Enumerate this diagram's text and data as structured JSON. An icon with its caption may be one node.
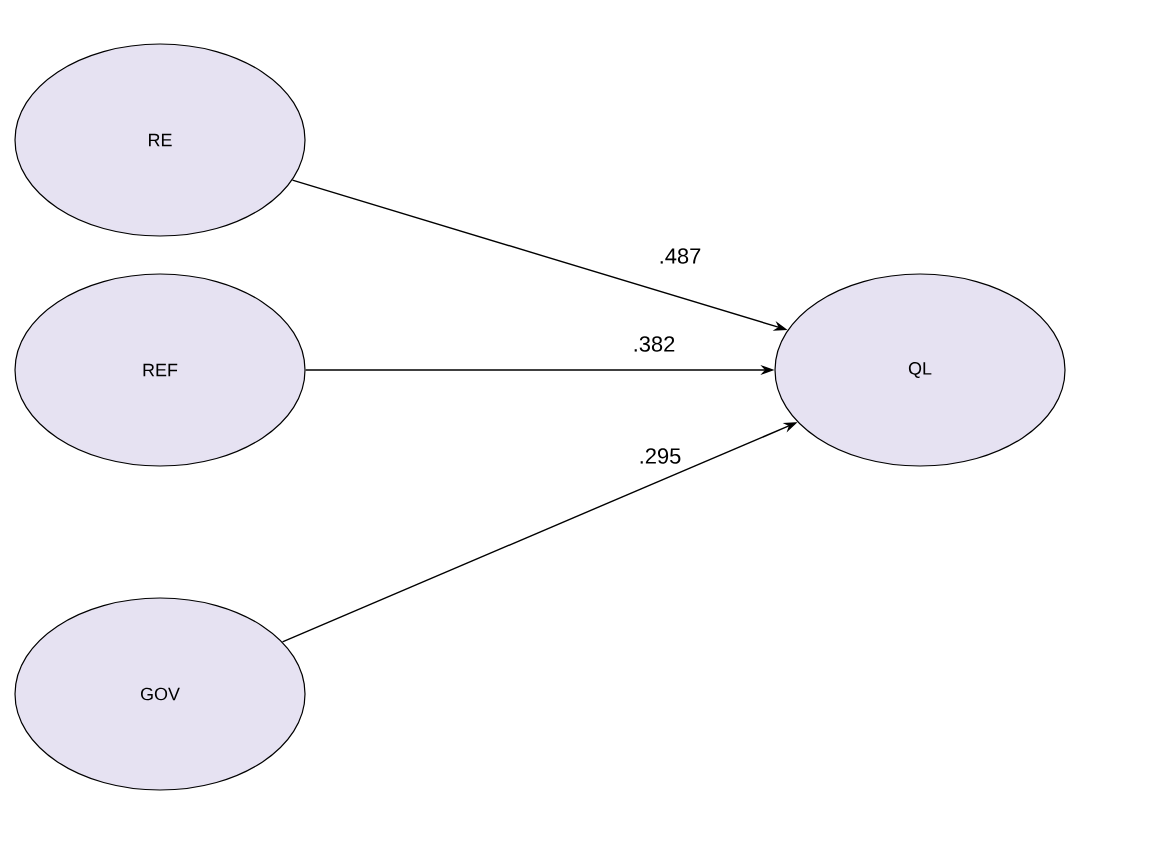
{
  "diagram": {
    "nodes": [
      {
        "text": [
          "RE"
        ]
      },
      {
        "text": [
          "REF"
        ]
      },
      {
        "text": [
          "GOV"
        ]
      },
      {
        "text": [
          "QL"
        ]
      }
    ],
    "edges": [
      {
        "from": 0,
        "to": 3,
        "arrow": "to",
        "label": ".487"
      },
      {
        "from": 1,
        "to": 3,
        "arrow": "to",
        "label": ".382"
      },
      {
        "from": 2,
        "to": 3,
        "arrow": "to",
        "label": ".295"
      }
    ]
  }
}
